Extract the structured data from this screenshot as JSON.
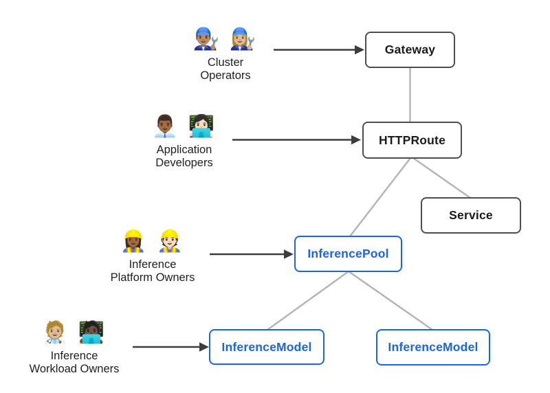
{
  "diagram": {
    "type": "flowchart",
    "background": "#ffffff",
    "colors": {
      "standard_node_border": "#4d4d4d",
      "standard_node_text": "#1a1a1a",
      "inference_node_border": "#1a64e6",
      "inference_node_text": "#1a64e6",
      "relation_line": "#b5b5b5",
      "actor_arrow": "#3d3d3d"
    },
    "nodes": [
      {
        "id": "gateway",
        "label": "Gateway",
        "kind": "standard"
      },
      {
        "id": "httproute",
        "label": "HTTPRoute",
        "kind": "standard"
      },
      {
        "id": "service",
        "label": "Service",
        "kind": "standard"
      },
      {
        "id": "inference-pool",
        "label": "InferencePool",
        "kind": "inference"
      },
      {
        "id": "inference-model-left",
        "label": "InferenceModel",
        "kind": "inference"
      },
      {
        "id": "inference-model-right",
        "label": "InferenceModel",
        "kind": "inference"
      }
    ],
    "personas": [
      {
        "id": "cluster-operators",
        "emoji": "👨🏽‍🔧 👩🏼‍🔧",
        "label_line1": "Cluster",
        "label_line2": "Operators",
        "manages": "gateway"
      },
      {
        "id": "application-developers",
        "emoji": "👨🏾‍💼 👩🏻‍💻",
        "label_line1": "Application",
        "label_line2": "Developers",
        "manages": "httproute"
      },
      {
        "id": "inference-platform-owners",
        "emoji": "👷🏾‍♀️ 👷🏻",
        "label_line1": "Inference",
        "label_line2": "Platform Owners",
        "manages": "inference-pool"
      },
      {
        "id": "inference-workload-owners",
        "emoji": "🧑🏼‍⚕️ 🧑🏿‍💻",
        "label_line1": "Inference",
        "label_line2": "Workload Owners",
        "manages": "inference-model-left"
      }
    ],
    "relations": [
      {
        "from": "gateway",
        "to": "httproute"
      },
      {
        "from": "httproute",
        "to": "inference-pool"
      },
      {
        "from": "httproute",
        "to": "service"
      },
      {
        "from": "inference-pool",
        "to": "inference-model-left"
      },
      {
        "from": "inference-pool",
        "to": "inference-model-right"
      }
    ]
  }
}
